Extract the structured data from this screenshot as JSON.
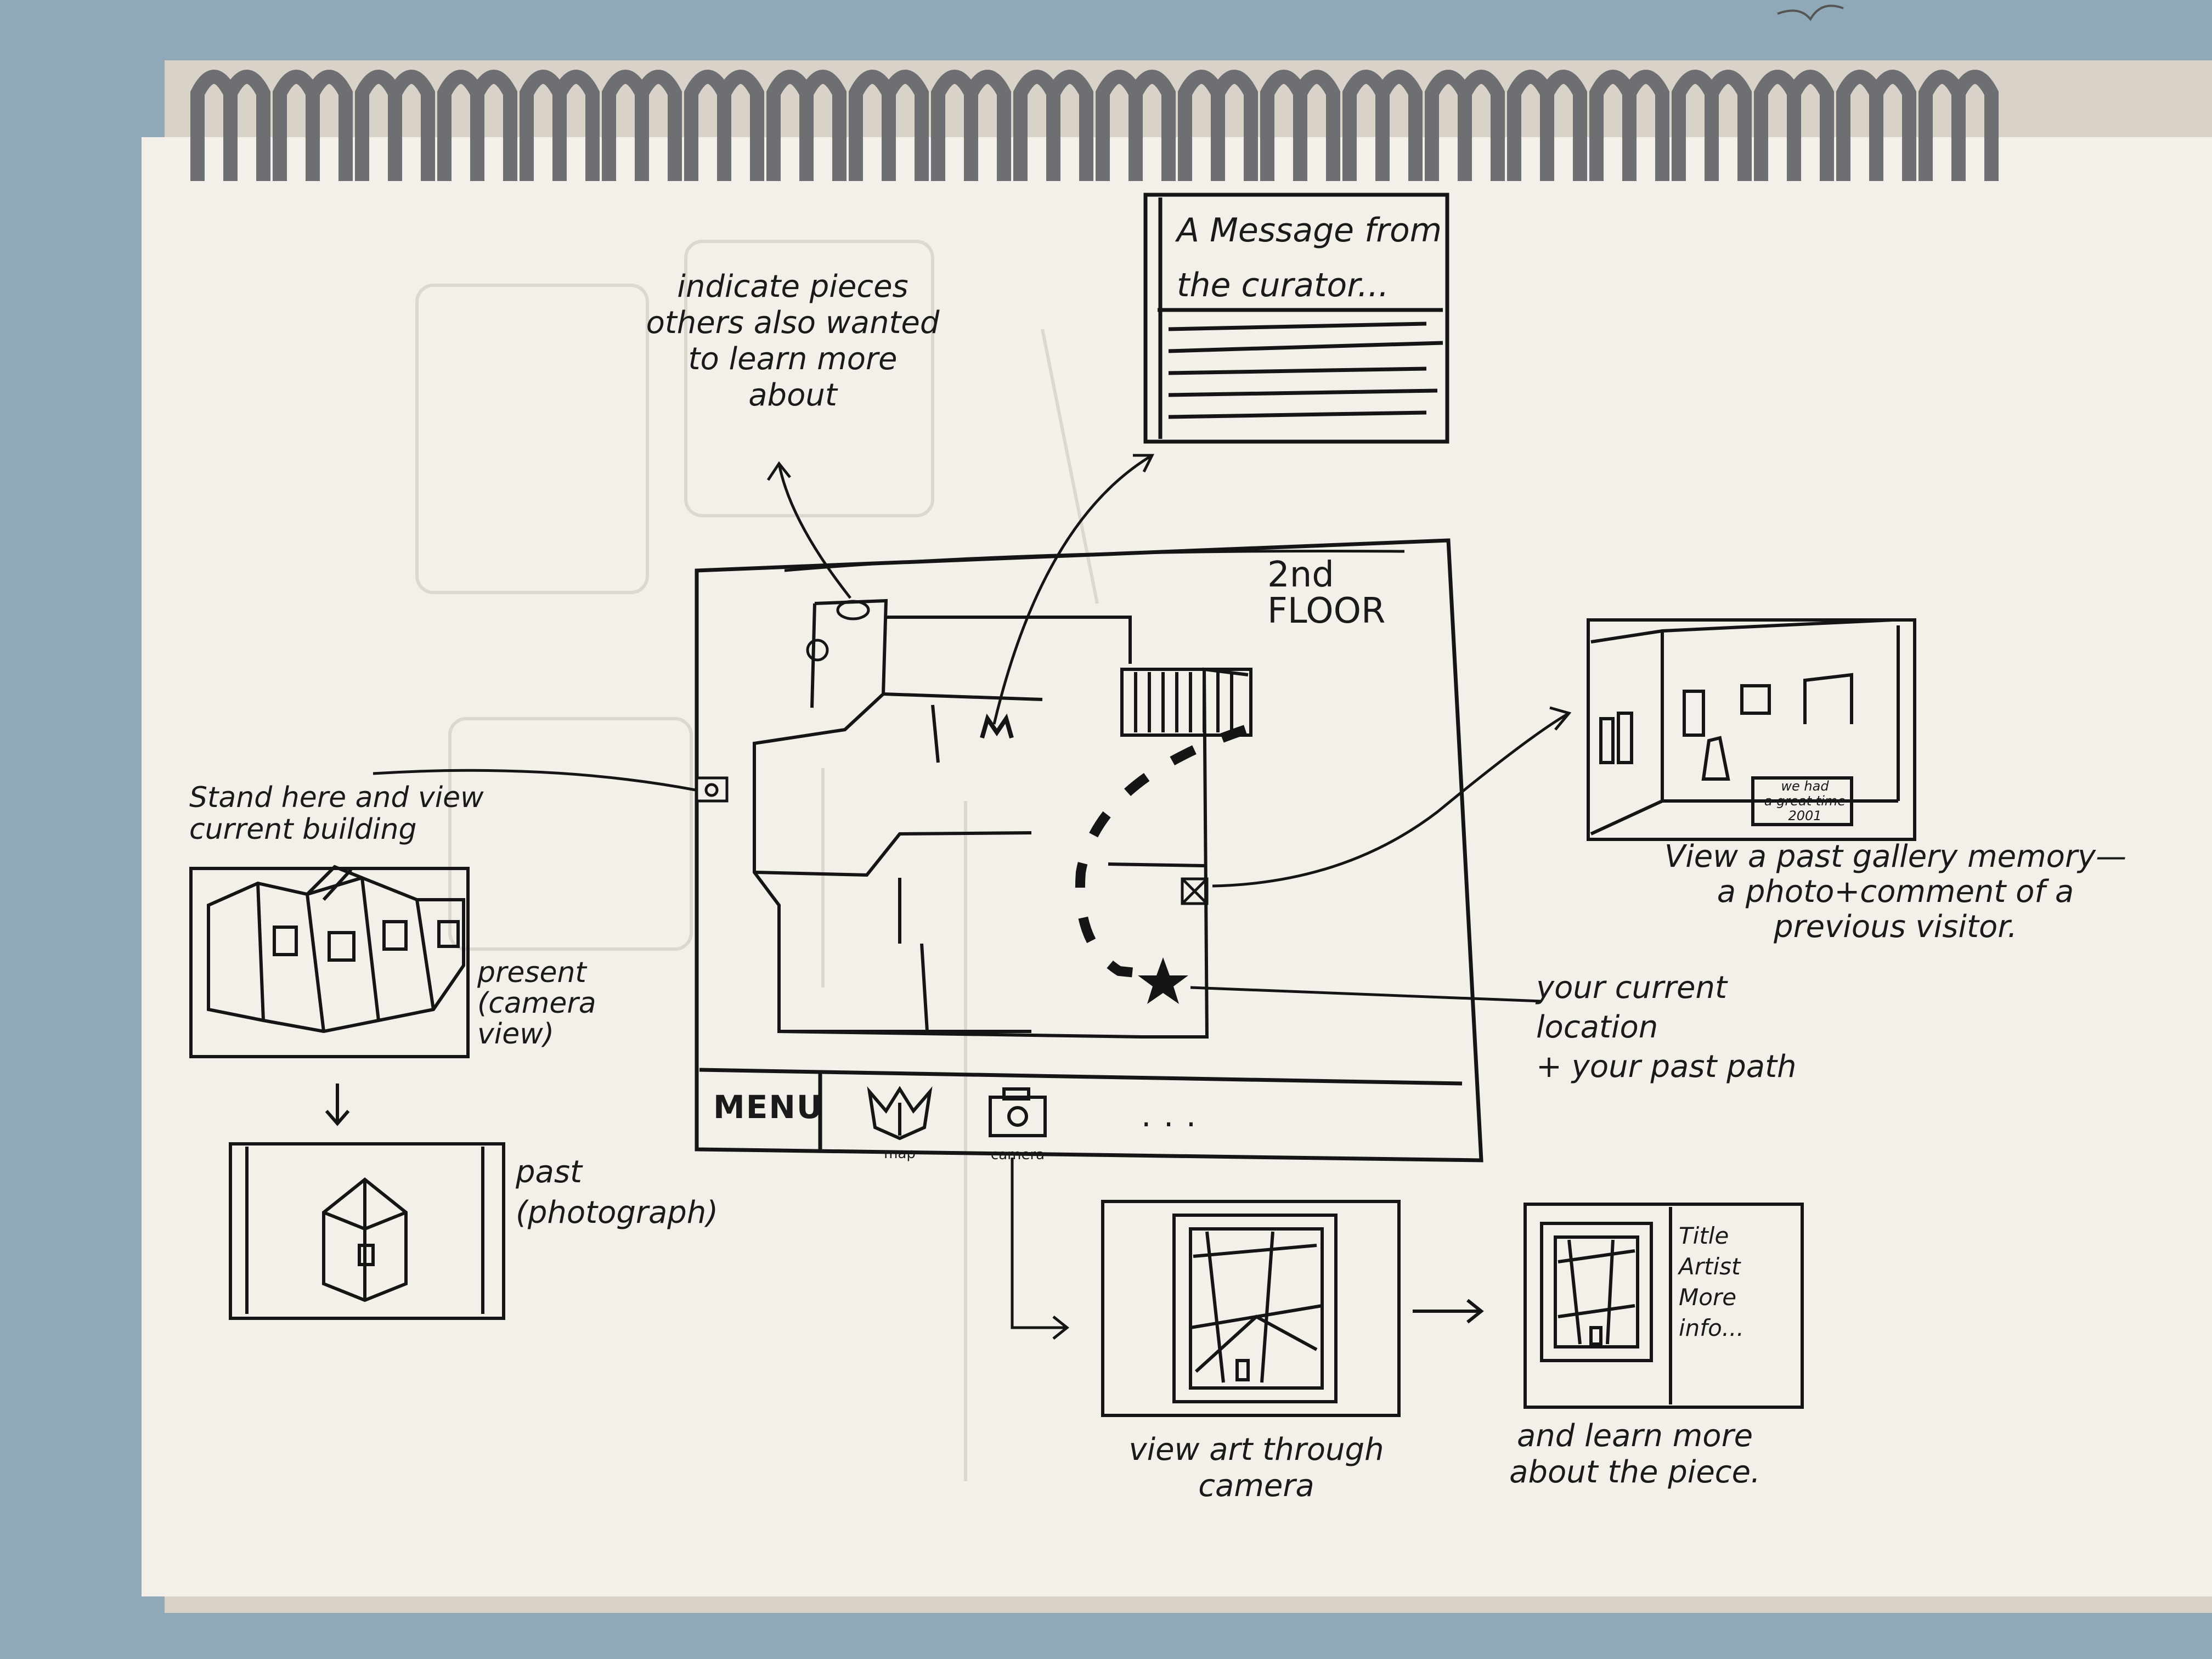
{
  "notes": {
    "pieces": "indicate pieces\nothers also wanted\nto learn more\nabout",
    "stand_here": "Stand here and view\ncurrent building",
    "present": "present\n(camera\nview)",
    "past": "past\n(photograph)",
    "gallery_memory": "View a past gallery memory—\na photo+comment of a\nprevious visitor.",
    "location": "your current\nlocation\n+ your past path",
    "view_art": "view art through\ncamera",
    "learn_more": "and learn more\nabout the piece."
  },
  "curator_card": {
    "title": "A Message from\nthe curator..."
  },
  "phone": {
    "floor_label": "2nd FLOOR",
    "menu_label": "MENU",
    "nav_items": [
      {
        "label": "map",
        "icon": "map-icon"
      },
      {
        "label": "camera",
        "icon": "camera-icon"
      }
    ],
    "more_label": ". . ."
  },
  "memory_photo": {
    "caption": "we had\na great time\n2001"
  },
  "art_detail": {
    "info": "Title\nArtist\nMore\ninfo..."
  }
}
